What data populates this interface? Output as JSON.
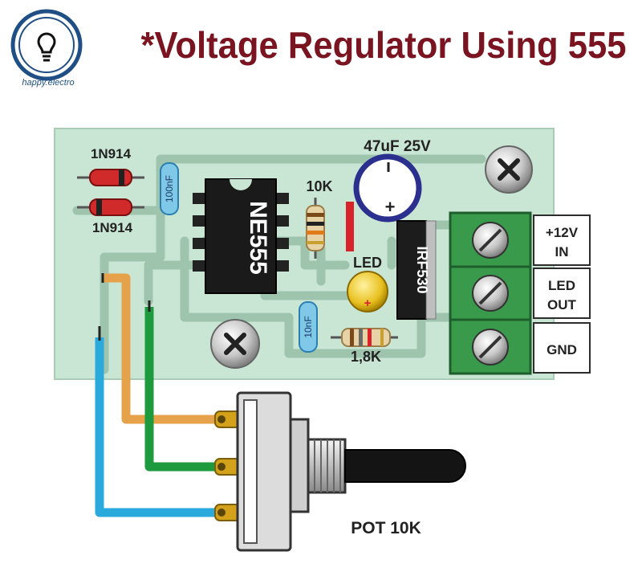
{
  "header": {
    "title": "*Voltage Regulator Using 555",
    "logo_caption": "happy.electro",
    "logo_icon": "lightbulb-icon"
  },
  "components": {
    "diode_top": "1N914",
    "diode_bottom": "1N914",
    "cap_top": "100nF",
    "cap_bottom": "10nF",
    "ic": "NE555",
    "resistor_top": "10K",
    "resistor_bottom": "1,8K",
    "electrolytic": "47uF 25V",
    "led": "LED",
    "mosfet": "IRF530",
    "potentiometer": "POT 10K"
  },
  "terminals": [
    {
      "line1": "+12V",
      "line2": "IN"
    },
    {
      "line1": "LED",
      "line2": "OUT"
    },
    {
      "line1": "GND",
      "line2": ""
    }
  ],
  "colors": {
    "title": "#7a1420",
    "board": "#c9e6d4",
    "trace": "#9fc4ae",
    "wire_orange": "#e6a24a",
    "wire_green": "#1e9a3e",
    "wire_blue": "#2aa9dc",
    "terminal_block": "#3a9a4c",
    "electrolytic_ring": "#2b2f8e",
    "led_body": "#e8c020",
    "led_marker": "#d8232a"
  }
}
